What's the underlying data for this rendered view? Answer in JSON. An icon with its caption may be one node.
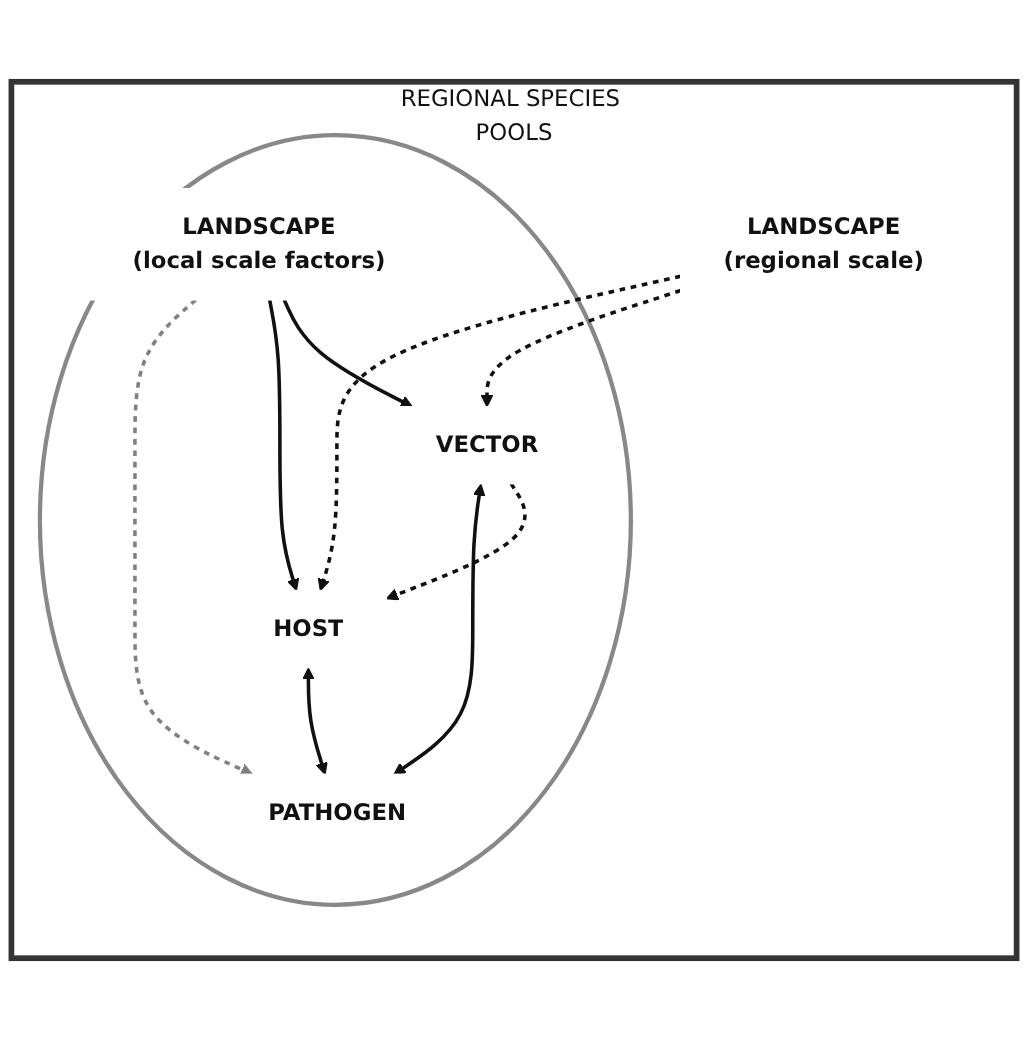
{
  "diagram": {
    "nodes": [
      {
        "text": [
          "REGIONAL SPECIES POOLS"
        ]
      },
      {
        "text": [
          "LANDSCAPE",
          "(regional scale)"
        ],
        "in": 0
      },
      {
        "text": [],
        "shape": "circle",
        "in": 0
      },
      {
        "text": [
          "LANDSCAPE",
          "(local scale factors)"
        ],
        "in": 2
      },
      {
        "text": [
          "VECTOR"
        ],
        "in": 2
      },
      {
        "text": [
          "HOST"
        ],
        "in": 2
      },
      {
        "text": [
          "PATHOGEN"
        ],
        "in": 2
      }
    ],
    "edges": [
      {
        "from": 1,
        "to": 4,
        "arrow": "to",
        "style": "dashed"
      },
      {
        "from": 1,
        "to": 5,
        "arrow": "to",
        "style": "dashed"
      },
      {
        "from": 3,
        "to": 4,
        "arrow": "to"
      },
      {
        "from": 3,
        "to": 5,
        "arrow": "to"
      },
      {
        "from": 4,
        "to": 5,
        "arrow": "to",
        "style": "dashed"
      },
      {
        "from": 3,
        "to": 6,
        "arrow": "to",
        "style": "dashed",
        "color": "#808080"
      },
      {
        "from": 4,
        "to": 6,
        "arrow": "both"
      },
      {
        "from": 5,
        "to": 6,
        "arrow": "both"
      }
    ]
  }
}
